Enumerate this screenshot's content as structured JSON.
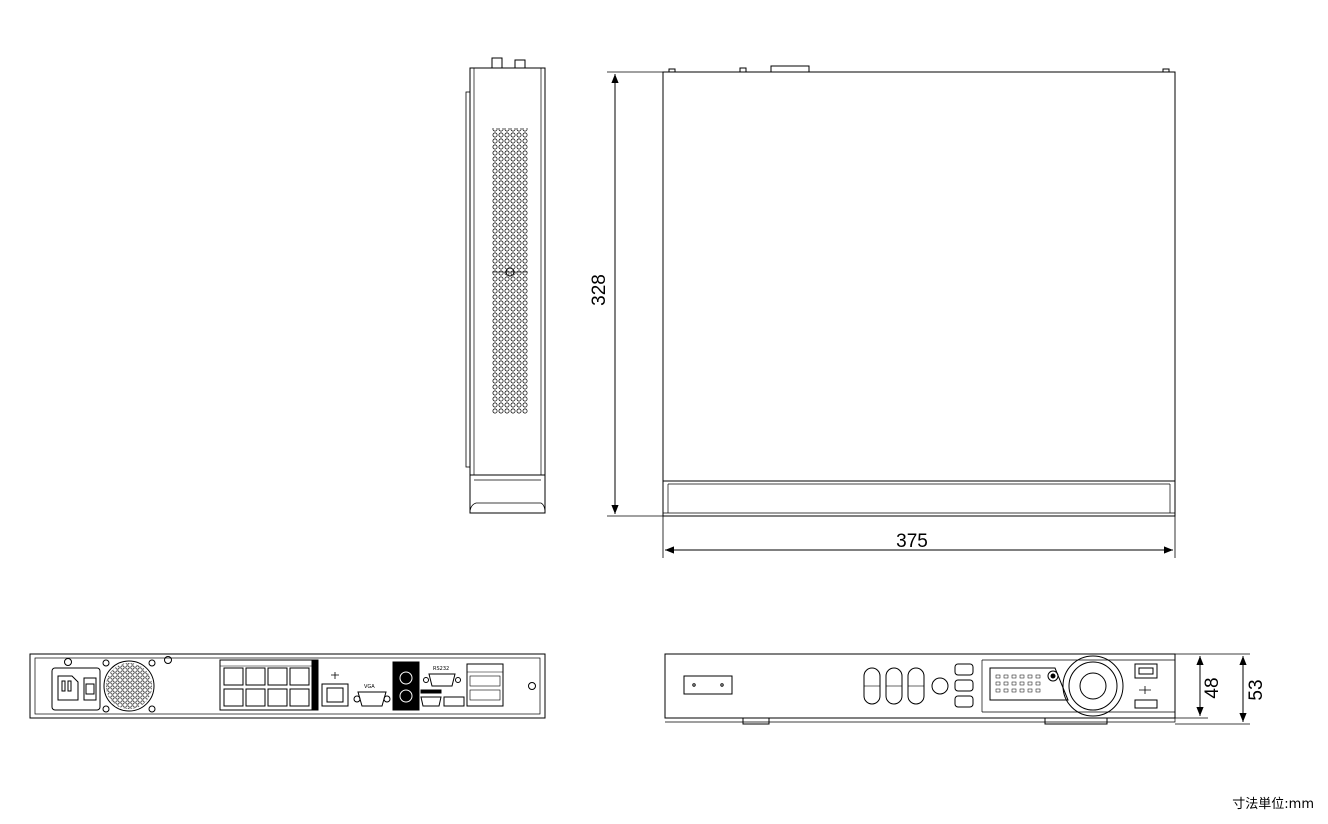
{
  "dimensions": {
    "depth": "328",
    "width": "375",
    "height_body": "48",
    "height_total": "53"
  },
  "rear_panel_labels": {
    "vga": "VGA",
    "serial": "RS232"
  },
  "unit_note": "寸法単位:mm",
  "colors": {
    "line": "#000000",
    "background": "#ffffff"
  }
}
